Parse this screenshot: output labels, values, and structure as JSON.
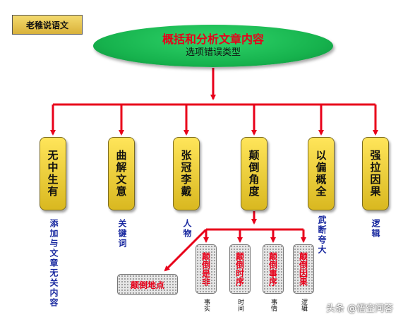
{
  "badge": "老稚说语文",
  "root": {
    "title": "概括和分析文章内容",
    "subtitle": "选项错误类型"
  },
  "categories": [
    {
      "label": "无中生有",
      "note": "添加与文章无关内容"
    },
    {
      "label": "曲解文意",
      "note": "关键词"
    },
    {
      "label": "张冠李戴",
      "note": "人物"
    },
    {
      "label": "颠倒角度",
      "note": ""
    },
    {
      "label": "以偏概全",
      "note": "武断夸大"
    },
    {
      "label": "强拉因果",
      "note": "逻辑"
    }
  ],
  "sub_items": [
    {
      "label": "颠倒是非",
      "note": "事实"
    },
    {
      "label": "颠倒时序",
      "note": "时间"
    },
    {
      "label": "颠倒事序",
      "note": "事情"
    },
    {
      "label": "颠倒因果",
      "note": "逻辑"
    }
  ],
  "place_item": "颠倒地点",
  "watermark": "头条 @悟空问答",
  "colors": {
    "arrow": "#e8001a",
    "pill": "#ffe55a",
    "oval": "#16b24d",
    "title": "#e8001a",
    "note": "#1a2aa0"
  }
}
